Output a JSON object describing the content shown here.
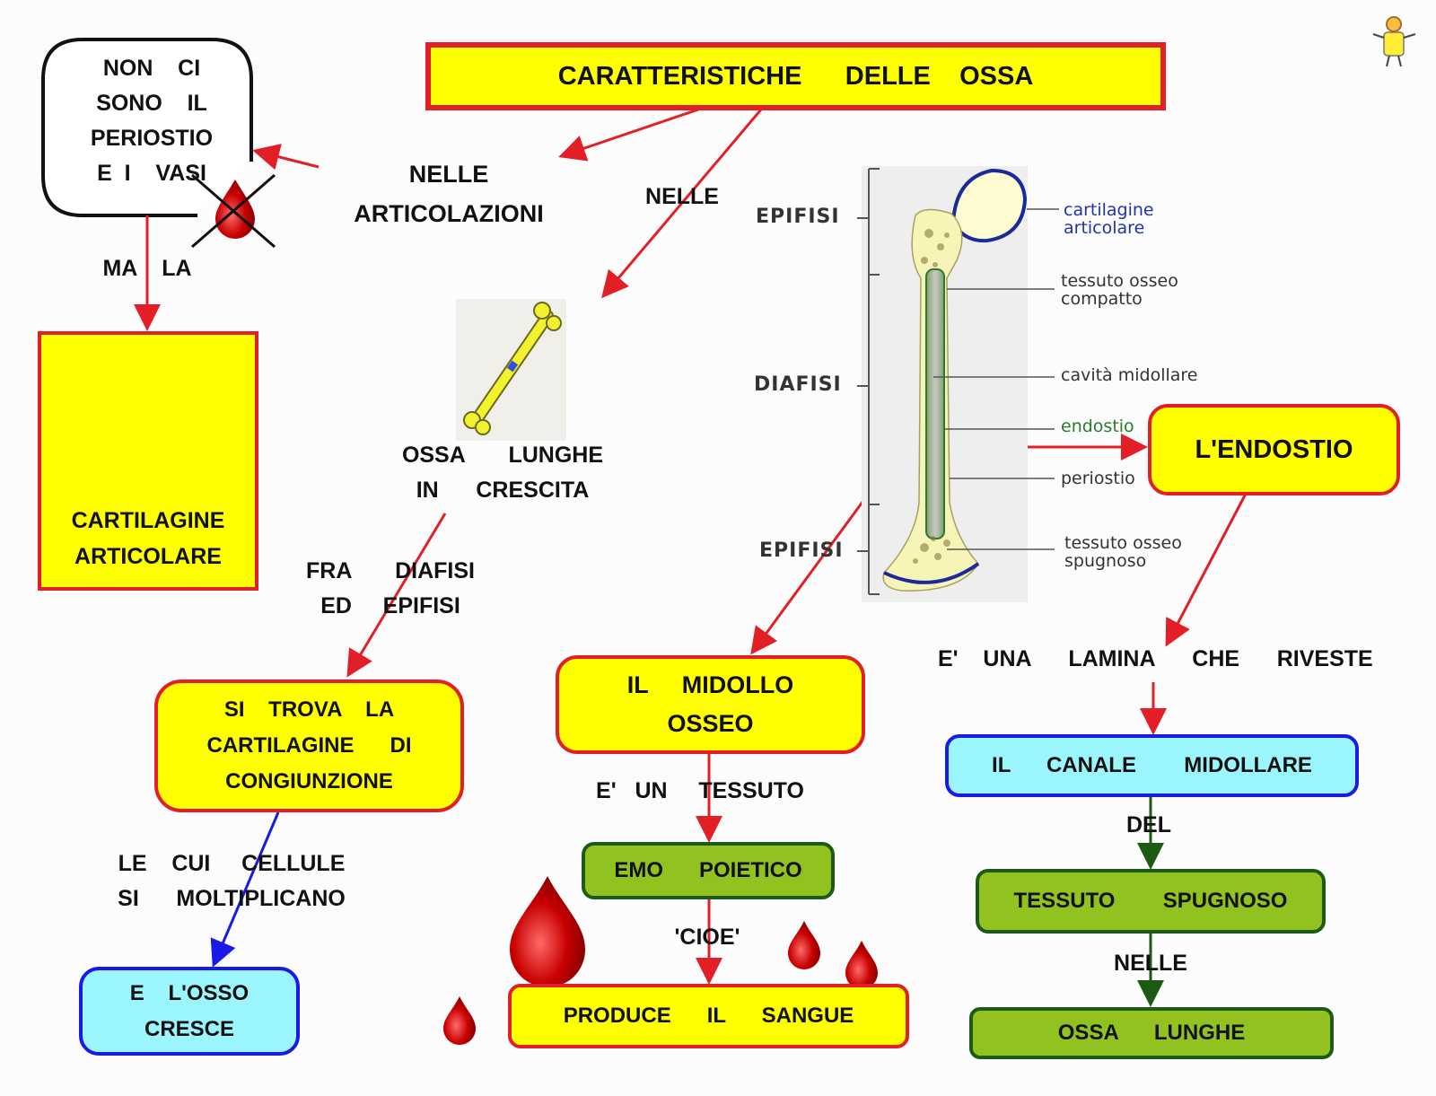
{
  "title": "CARATTERISTICHE      DELLE    OSSA",
  "labels": {
    "nelle_articolazioni": "NELLE\nARTICOLAZIONI",
    "nelle": "NELLE",
    "non_ci_sono": "NON    CI\nSONO    IL\nPERIOSTIO\nE  I    VASI",
    "ma_la": "MA    LA",
    "cartilagine_articolare": "CARTILAGINE\nARTICOLARE",
    "ossa_lunghe_crescita": "OSSA       LUNGHE\nIN      CRESCITA",
    "fra_diafisi": "FRA       DIAFISI\nED     EPIFISI",
    "si_trova": "SI    TROVA    LA\nCARTILAGINE      DI\nCONGIUNZIONE",
    "le_cui_cellule": "LE    CUI     CELLULE\nSI      MOLTIPLICANO",
    "osso_cresce": "E    L'OSSO\nCRESCE",
    "midollo": "IL     MIDOLLO\nOSSEO",
    "tessuto": "E'   UN     TESSUTO",
    "emopoietico": "EMO      POIETICO",
    "cioe": "'CIOE'",
    "produce": "PRODUCE      IL      SANGUE",
    "endostio": "L'ENDOSTIO",
    "lamina": "E'    UNA      LAMINA      CHE      RIVESTE",
    "canale": "IL      CANALE        MIDOLLARE",
    "del": "DEL",
    "spugnoso": "TESSUTO        SPUGNOSO",
    "nelle2": "NELLE",
    "ossa_lunghe": "OSSA      LUNGHE"
  },
  "bone_diagram": {
    "epifisi_top": "EPIFISI",
    "diafisi": "DIAFISI",
    "epifisi_bottom": "EPIFISI",
    "cartilagine": "cartilagine\narticolare",
    "compatto": "tessuto osseo\ncompatto",
    "cavita": "cavità midollare",
    "endostio": "endostio",
    "periostio": "periostio",
    "spugnoso": "tessuto osseo\nspugnoso"
  },
  "colors": {
    "yellow": "#ffff00",
    "red_border": "#e21f26",
    "cyan": "#9af5fd",
    "blue_border": "#1a1ae6",
    "green": "#92c21f",
    "green_border": "#1d5a14",
    "arrow_red": "#e21f26",
    "arrow_blue": "#1a1ae6",
    "arrow_green": "#1d5a14"
  }
}
